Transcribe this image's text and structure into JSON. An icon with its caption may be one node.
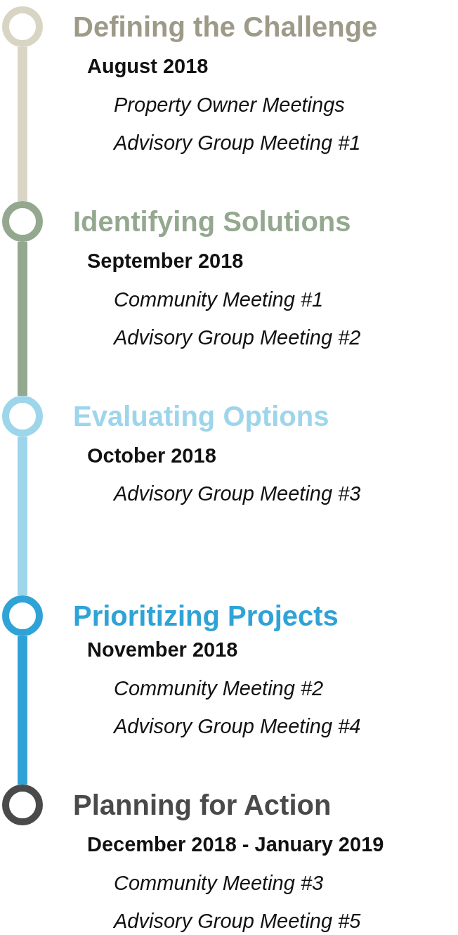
{
  "diagram": {
    "nodes": [
      {
        "text": [
          "Defining the Challenge"
        ],
        "beside": [
          "August 2018",
          "Property Owner Meetings",
          "Advisory Group Meeting #1"
        ]
      },
      {
        "text": [
          "Identifying Solutions"
        ],
        "beside": [
          "September 2018",
          "Community Meeting #1",
          "Advisory Group Meeting #2"
        ]
      },
      {
        "text": [
          "Evaluating Options"
        ],
        "beside": [
          "October 2018",
          "Advisory Group Meeting #3"
        ]
      },
      {
        "text": [
          "Prioritizing Projects"
        ],
        "beside": [
          "November 2018",
          "Community Meeting #2",
          "Advisory Group Meeting #4"
        ]
      },
      {
        "text": [
          "Planning for Action"
        ],
        "beside": [
          "December 2018 - January 2019",
          "Community Meeting #3",
          "Advisory Group Meeting #5"
        ]
      }
    ],
    "edges": [
      {
        "from": 0,
        "to": 1,
        "arrow": "none",
        "color": "#d8d5c5"
      },
      {
        "from": 1,
        "to": 2,
        "arrow": "none",
        "color": "#94a890"
      },
      {
        "from": 2,
        "to": 3,
        "arrow": "none",
        "color": "#9dd5eb"
      },
      {
        "from": 3,
        "to": 4,
        "arrow": "none",
        "color": "#2fa3d6"
      }
    ]
  }
}
